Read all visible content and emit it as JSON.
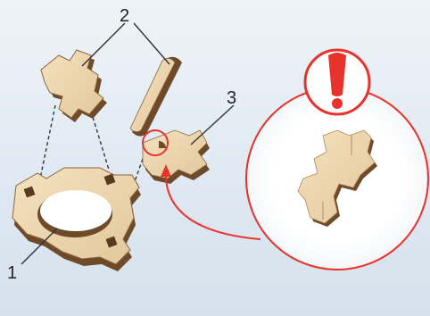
{
  "callouts": {
    "part_1": "1",
    "part_2": "2",
    "part_3": "3"
  },
  "colors": {
    "background_top": "#eef3f8",
    "background_bottom": "#d8e3ee",
    "wood_face": "#ecd7b0",
    "wood_edge": "#6e4a2a",
    "warning_red": "#e8332c",
    "leader_line": "#333333"
  },
  "icons": {
    "warning": "exclamation-mark-icon"
  }
}
